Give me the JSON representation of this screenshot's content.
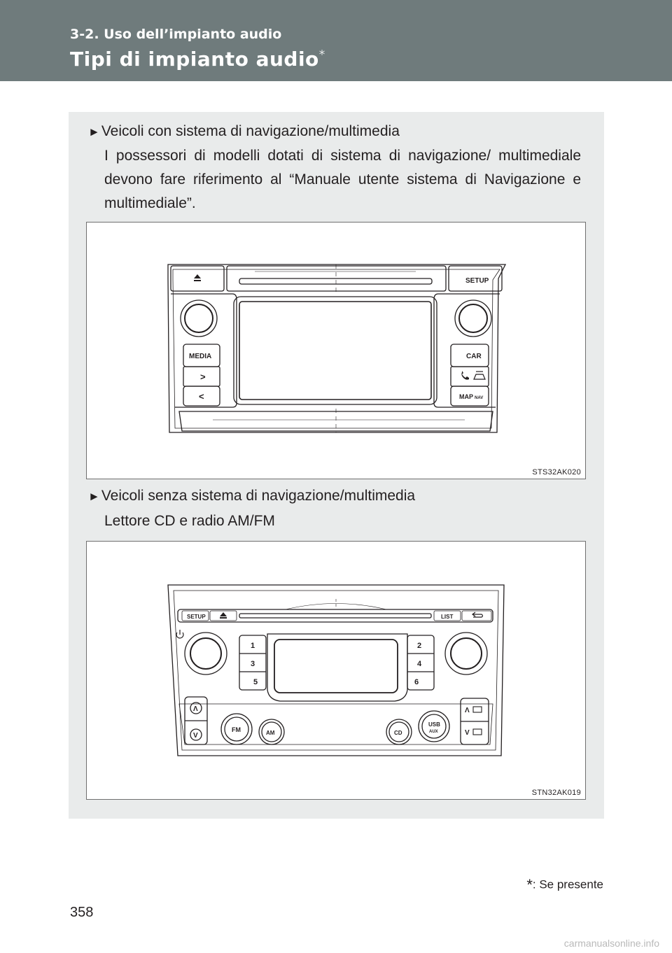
{
  "header": {
    "section": "3-2. Uso dell’impianto audio",
    "title": "Tipi di impianto audio",
    "title_mark": "*"
  },
  "intro": {
    "bullet1": "Veicoli con sistema di navigazione/multimedia",
    "para1": "I possessori di modelli dotati di sistema di navigazione/ multimediale devono fare riferimento al “Manuale utente sistema di Navigazione e multimediale”.",
    "bullet2": "Veicoli senza sistema di navigazione/multimedia",
    "sub2": "Lettore CD e radio AM/FM"
  },
  "figure1": {
    "code": "STS32AK020",
    "labels": {
      "setup": "SETUP",
      "media": "MEDIA",
      "car": "CAR",
      "map": "MAP",
      "nav": "NAV",
      "next": ">",
      "prev": "<"
    },
    "icons": [
      "eject-icon",
      "phone-icon",
      "car-settings-icon"
    ]
  },
  "figure2": {
    "code": "STN32AK019",
    "labels": {
      "setup": "SETUP",
      "list": "LIST",
      "fm": "FM",
      "am": "AM",
      "cd": "CD",
      "usb": "USB",
      "aux": "AUX",
      "up": "Λ",
      "down": "V"
    },
    "presets": [
      "1",
      "2",
      "3",
      "4",
      "5",
      "6"
    ],
    "icons": [
      "eject-icon",
      "back-icon",
      "power-icon",
      "folder-up-icon",
      "folder-down-icon"
    ]
  },
  "footnote": {
    "mark": "*",
    "text": ": Se presente"
  },
  "page_number": "358",
  "watermark": "carmanualsonline.info"
}
